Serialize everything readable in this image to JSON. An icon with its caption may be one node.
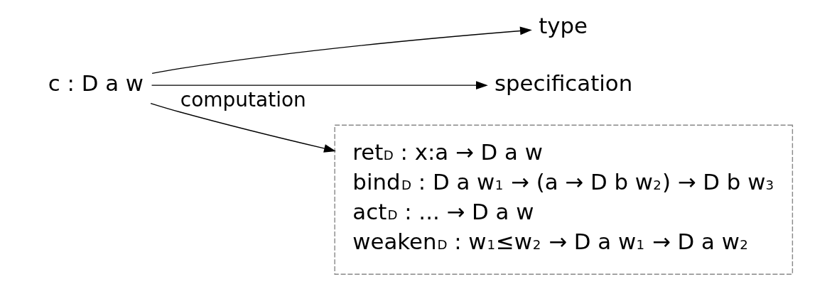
{
  "diagram": {
    "nodes": [
      {
        "text": [
          "c : D a w"
        ]
      },
      {
        "text": [
          "type"
        ]
      },
      {
        "text": [
          "specification"
        ]
      },
      {
        "text": [
          "ret$^{D}$ : x:a → D a w",
          "bind$^{D}$ : D a w$_{1}$ → (a → D b w$_{2}$) → D b w$_{3}$",
          "act$^{D}$ : ... → D a w",
          "weaken$^{D}$ : w$_{1}$≤w$_{2}$ → D a w$_{1}$ → D a w$_{2}$"
        ]
      }
    ],
    "edges": [
      {
        "from": 0,
        "to": 1,
        "arrow": "to"
      },
      {
        "from": 0,
        "to": 2,
        "arrow": "to"
      },
      {
        "from": 0,
        "to": 3,
        "arrow": "to",
        "label": "computation"
      }
    ]
  }
}
